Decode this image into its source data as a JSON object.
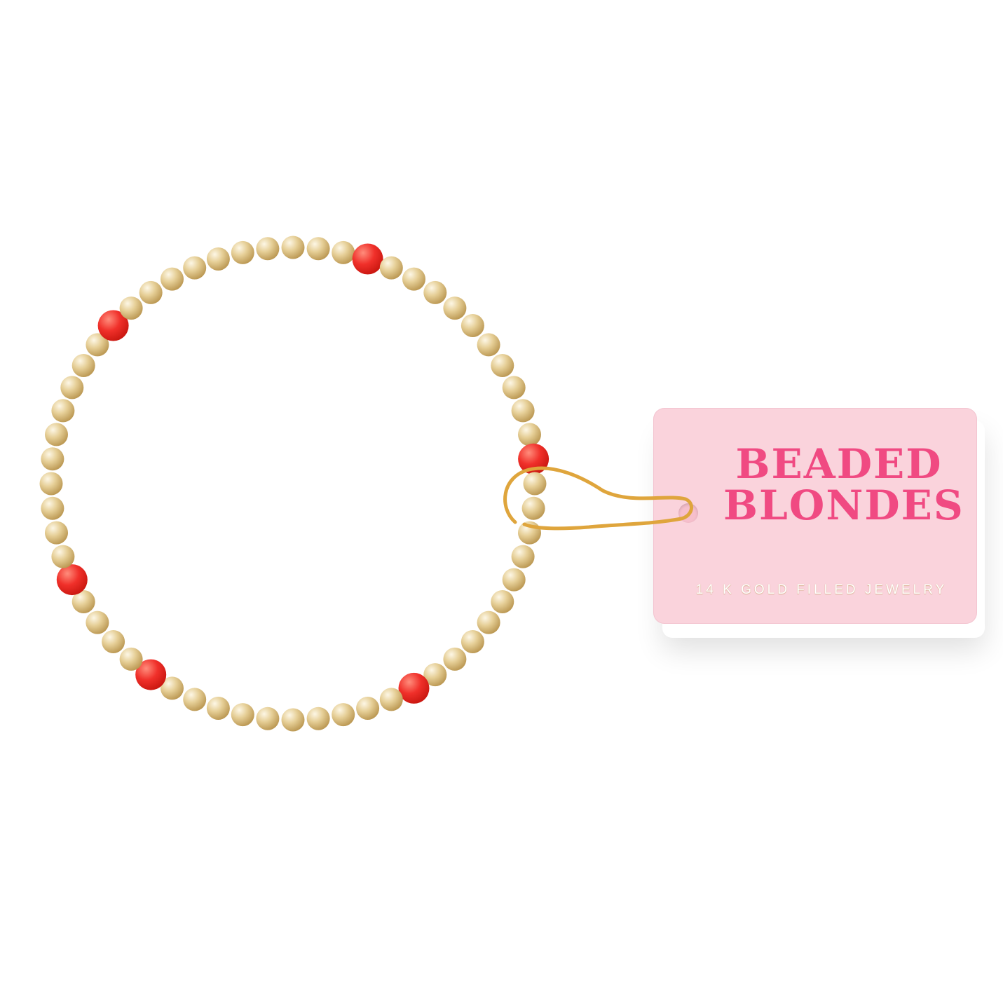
{
  "tag": {
    "brand_line1": "BEADED",
    "brand_line2": "BLONDES",
    "subline": "14 K GOLD FILLED JEWELRY"
  },
  "bracelet": {
    "bead_count": 60,
    "accent_indices": [
      3,
      14,
      25,
      36,
      41,
      52
    ],
    "colors": {
      "gold": "#e6cf97",
      "gold_highlight": "#fdf7e6",
      "gold_shadow": "#b9954f",
      "red": "#f0302a",
      "red_highlight": "#ff8d7c",
      "red_shadow": "#c8160f"
    }
  },
  "clip": {
    "color": "#dfa53c"
  },
  "tag_colors": {
    "background": "#fad3dc",
    "brand_text": "#f04a82"
  }
}
